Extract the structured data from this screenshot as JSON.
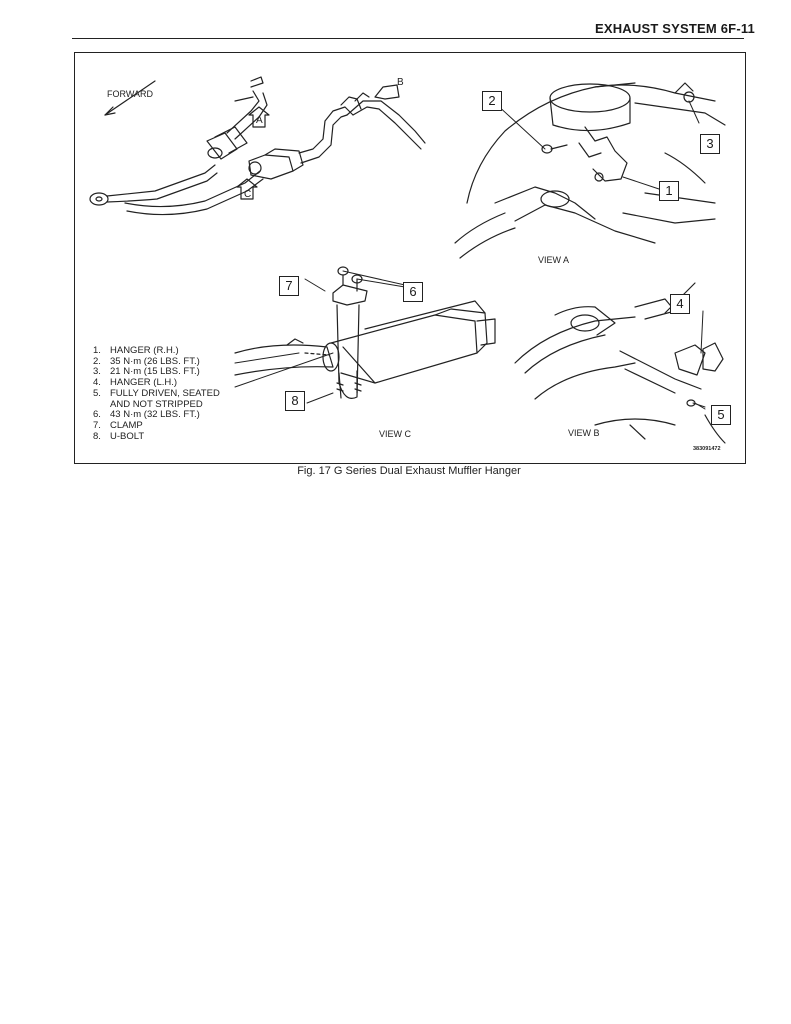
{
  "page_header": "EXHAUST SYSTEM 6F-11",
  "figure": {
    "caption": "Fig. 17 G Series Dual Exhaust Muffler Hanger",
    "forward_label": "FORWARD",
    "view_markers": [
      "A",
      "B",
      "C"
    ],
    "view_titles": {
      "a": "VIEW A",
      "b": "VIEW B",
      "c": "VIEW C"
    },
    "part_code": "383091472",
    "callouts": [
      "1",
      "2",
      "3",
      "4",
      "5",
      "6",
      "7",
      "8"
    ],
    "legend": [
      {
        "num": "1.",
        "text": "HANGER (R.H.)"
      },
      {
        "num": "2.",
        "text": "35 N·m (26 LBS. FT.)"
      },
      {
        "num": "3.",
        "text": "21 N·m (15 LBS. FT.)"
      },
      {
        "num": "4.",
        "text": "HANGER (L.H.)"
      },
      {
        "num": "5.",
        "text": "FULLY DRIVEN, SEATED"
      },
      {
        "num": "",
        "text": "AND NOT STRIPPED"
      },
      {
        "num": "6.",
        "text": "43 N·m (32 LBS. FT.)"
      },
      {
        "num": "7.",
        "text": "CLAMP"
      },
      {
        "num": "8.",
        "text": "U-BOLT"
      }
    ]
  }
}
